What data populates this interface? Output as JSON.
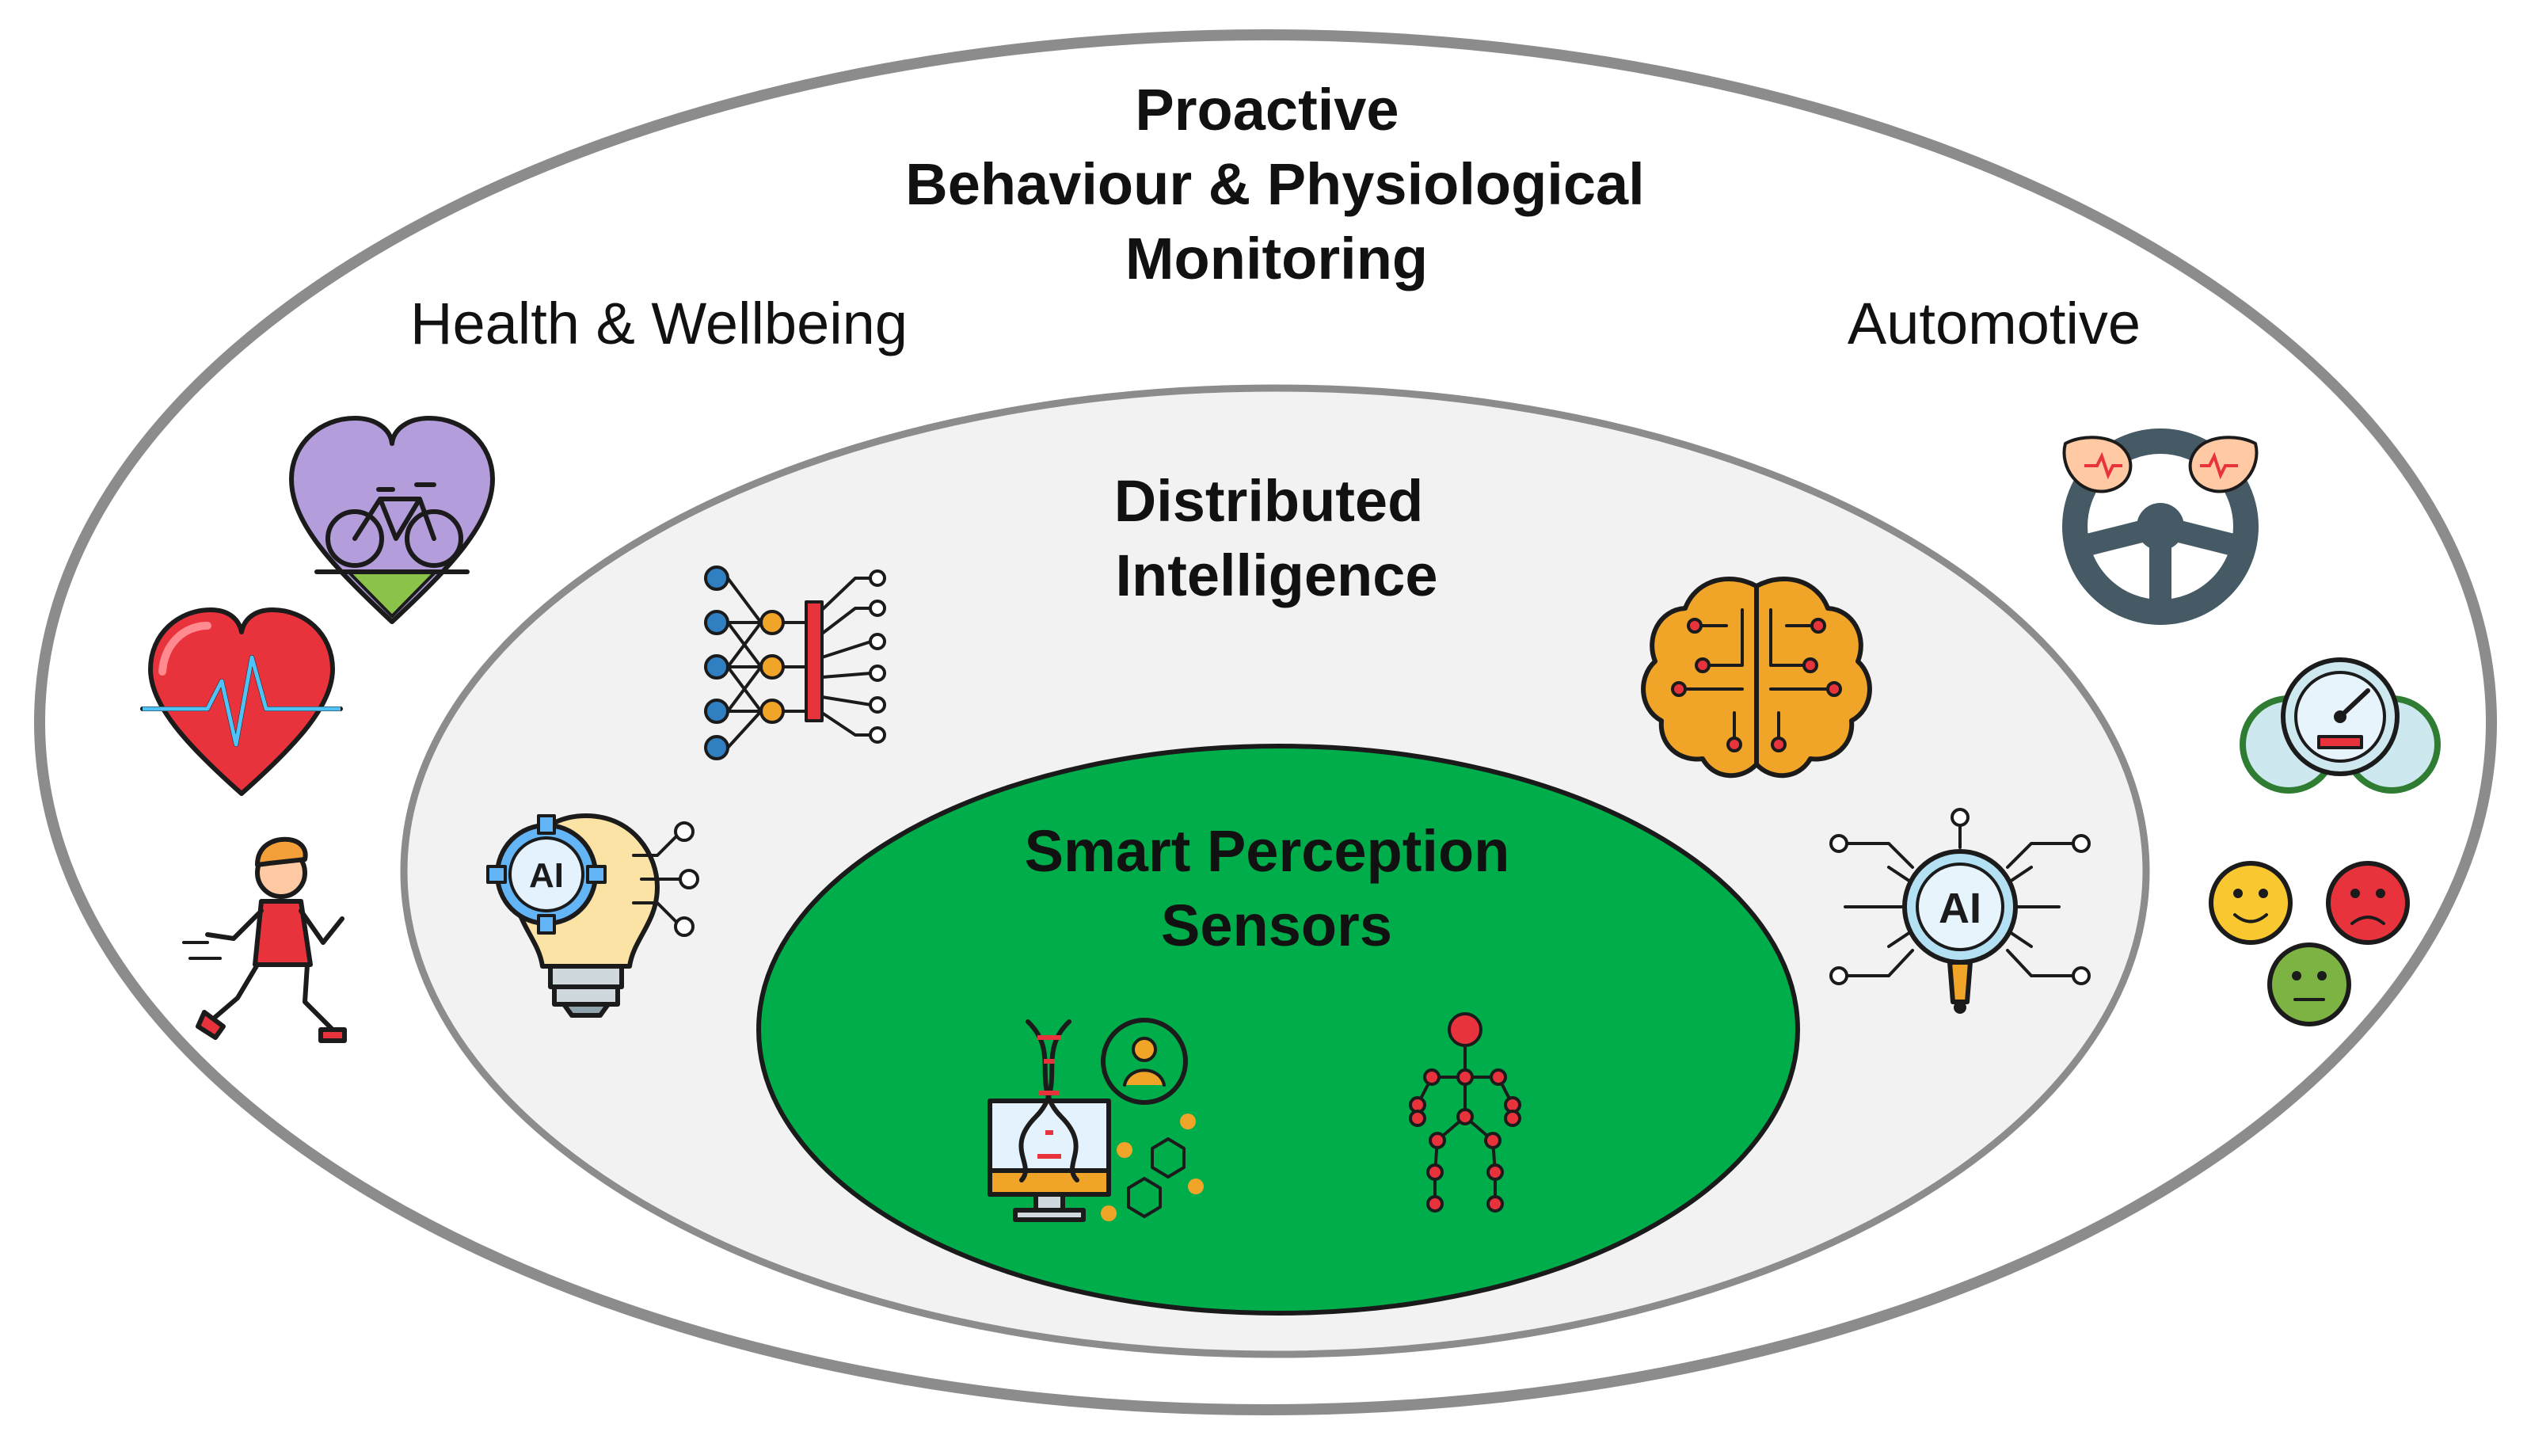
{
  "outer": {
    "title_line1": "Proactive",
    "title_line2": "Behaviour & Physiological",
    "title_line3": "Monitoring",
    "left_label": "Health & Wellbeing",
    "right_label": "Automotive"
  },
  "middle": {
    "title_line1": "Distributed",
    "title_line2": "Intelligence"
  },
  "inner": {
    "title_line1": "Smart Perception",
    "title_line2": "Sensors"
  },
  "icons": {
    "ai_chip_text": "AI",
    "ai_bulb_text": "AI"
  },
  "colors": {
    "outer_ring": "#8c8c8c",
    "middle_fill": "#f2f2f2",
    "inner_fill": "#00ad4b",
    "heart_red": "#e8333c",
    "bulb_yellow": "#fbe3a6",
    "brain_orange": "#f0a428",
    "node_blue": "#2f7fc1",
    "wheel_slate": "#455a64",
    "gauge_teal": "#cde8ef"
  }
}
